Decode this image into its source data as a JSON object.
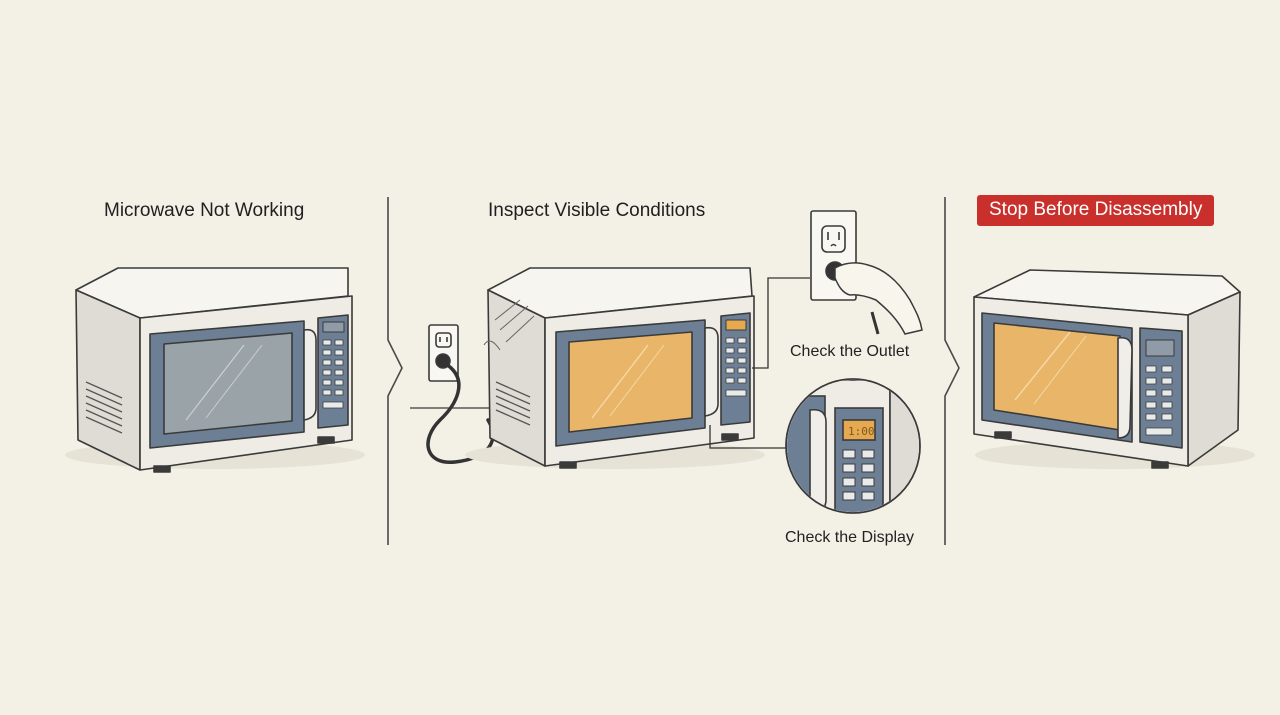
{
  "panels": [
    {
      "title": "Microwave Not Working"
    },
    {
      "title": "Inspect Visible Conditions"
    },
    {
      "title": "Stop Before Disassembly"
    }
  ],
  "callouts": {
    "outlet": "Check the Outlet",
    "display": "Check the Display"
  },
  "colors": {
    "background": "#f3f0e6",
    "warning_badge": "#c9302c",
    "outline": "#3a3a3a",
    "door_frame": "#6d7f94",
    "window_dark": "#9aa3a8",
    "window_lit": "#e8b569",
    "display_lit": "#e6a94f"
  },
  "icons": [
    "microwave-icon",
    "wall-outlet-icon",
    "power-cord-icon",
    "hand-icon",
    "magnifier-icon",
    "chevron-right-icon"
  ]
}
